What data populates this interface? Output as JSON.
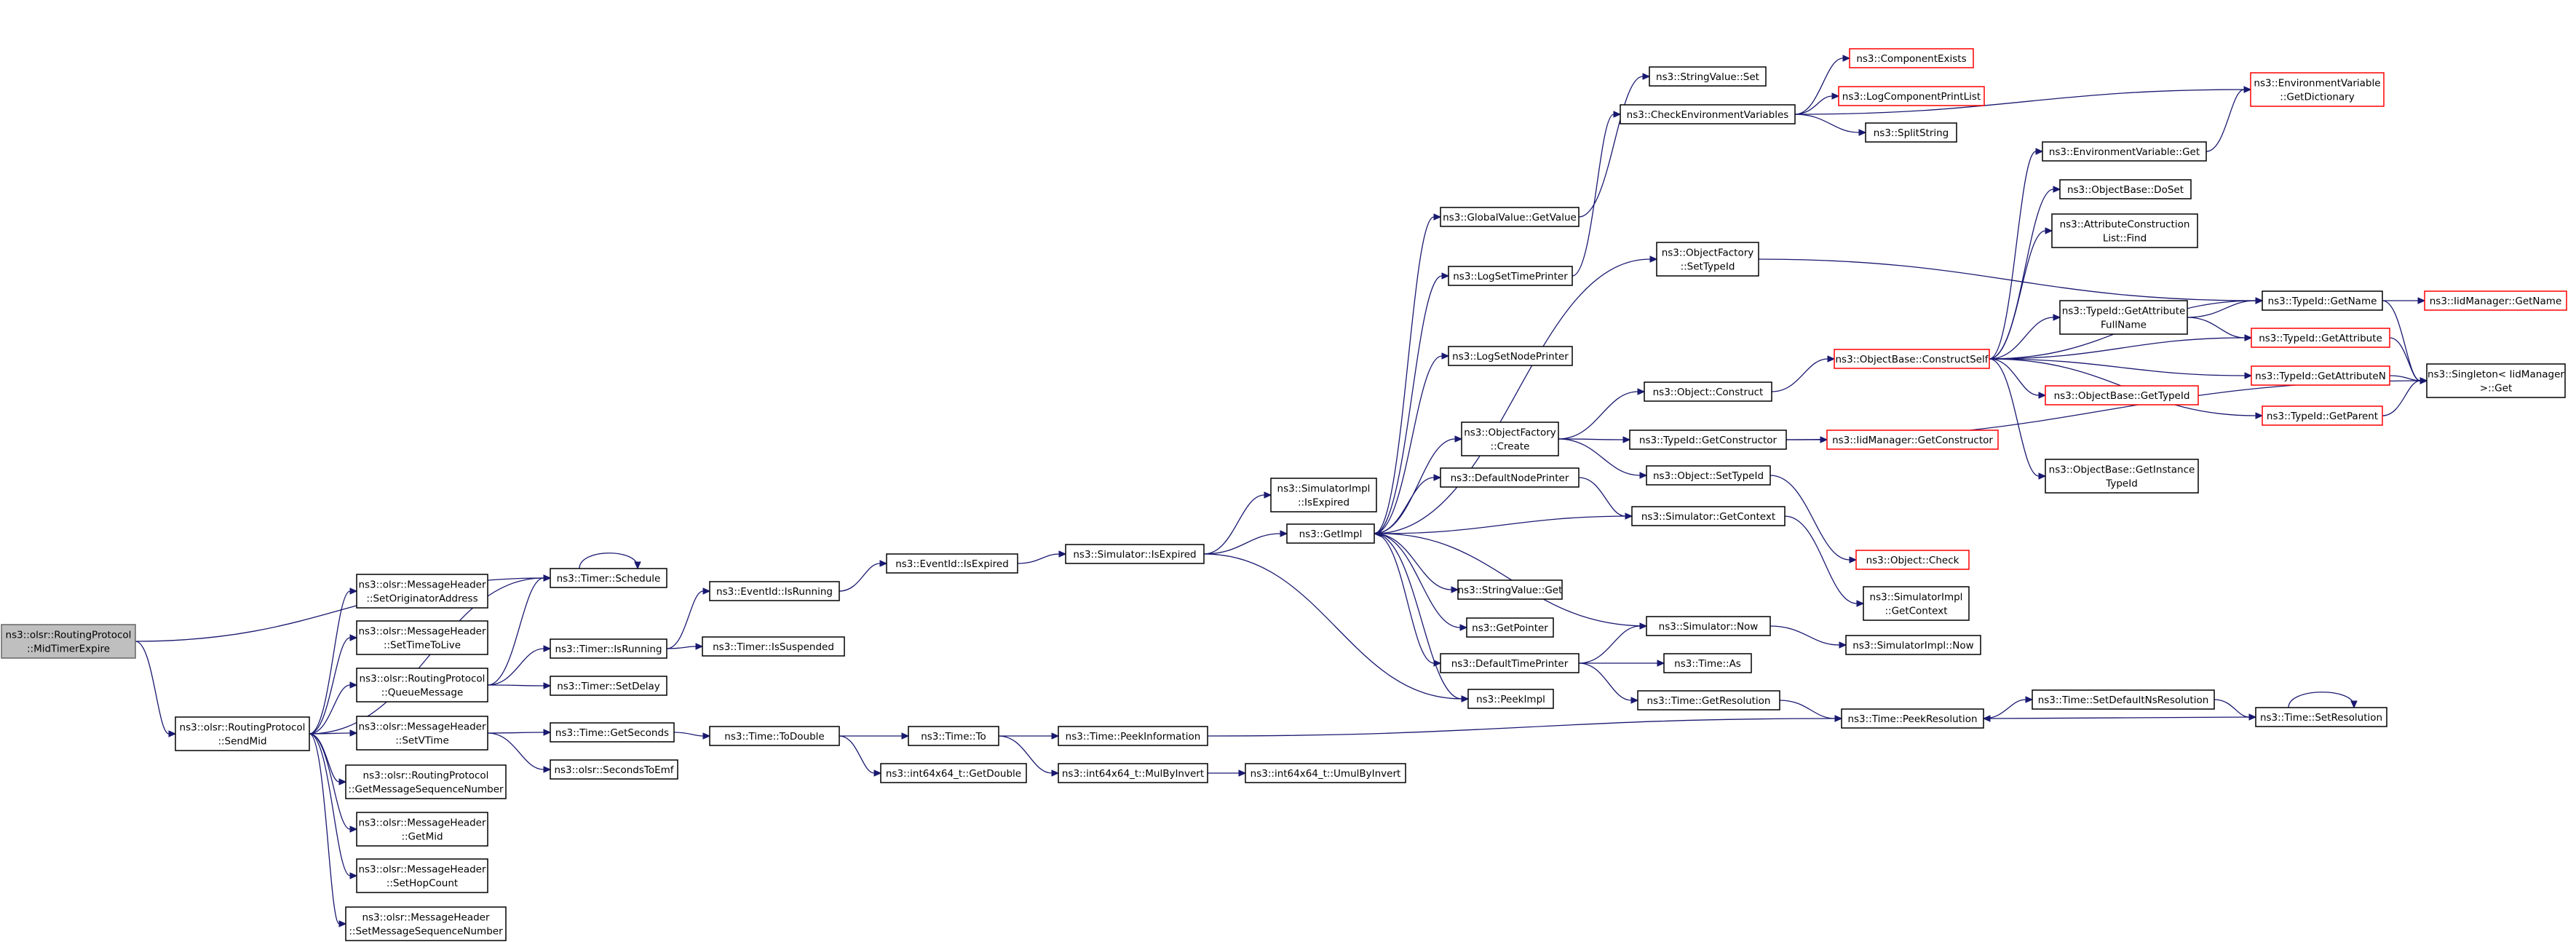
{
  "colors": {
    "edge": "#191970",
    "node_border": "#000000",
    "node_border_incomplete": "#ff0000",
    "node_fill": "#ffffff",
    "root_fill": "#bfbfbf",
    "root_border": "#666666"
  },
  "nodes": [
    {
      "id": "root",
      "lines": [
        "ns3::olsr::RoutingProtocol",
        "::MidTimerExpire"
      ],
      "kind": "root"
    },
    {
      "id": "sendmid",
      "lines": [
        "ns3::olsr::RoutingProtocol",
        "::SendMid"
      ],
      "kind": "normal"
    },
    {
      "id": "timer_schedule",
      "lines": [
        "ns3::Timer::Schedule"
      ],
      "kind": "normal"
    },
    {
      "id": "mh_setorig",
      "lines": [
        "ns3::olsr::MessageHeader",
        "::SetOriginatorAddress"
      ],
      "kind": "normal"
    },
    {
      "id": "mh_setttl",
      "lines": [
        "ns3::olsr::MessageHeader",
        "::SetTimeToLive"
      ],
      "kind": "normal"
    },
    {
      "id": "rp_queue",
      "lines": [
        "ns3::olsr::RoutingProtocol",
        "::QueueMessage"
      ],
      "kind": "normal"
    },
    {
      "id": "mh_setvtime",
      "lines": [
        "ns3::olsr::MessageHeader",
        "::SetVTime"
      ],
      "kind": "normal"
    },
    {
      "id": "rp_getseq",
      "lines": [
        "ns3::olsr::RoutingProtocol",
        "::GetMessageSequenceNumber"
      ],
      "kind": "normal"
    },
    {
      "id": "mh_getmid",
      "lines": [
        "ns3::olsr::MessageHeader",
        "::GetMid"
      ],
      "kind": "normal"
    },
    {
      "id": "mh_sethop",
      "lines": [
        "ns3::olsr::MessageHeader",
        "::SetHopCount"
      ],
      "kind": "normal"
    },
    {
      "id": "mh_setseq",
      "lines": [
        "ns3::olsr::MessageHeader",
        "::SetMessageSequenceNumber"
      ],
      "kind": "normal"
    },
    {
      "id": "eventid_isrunning",
      "lines": [
        "ns3::EventId::IsRunning"
      ],
      "kind": "normal"
    },
    {
      "id": "timer_isrunning",
      "lines": [
        "ns3::Timer::IsRunning"
      ],
      "kind": "normal"
    },
    {
      "id": "timer_issuspended",
      "lines": [
        "ns3::Timer::IsSuspended"
      ],
      "kind": "normal"
    },
    {
      "id": "timer_setdelay",
      "lines": [
        "ns3::Timer::SetDelay"
      ],
      "kind": "normal"
    },
    {
      "id": "time_getseconds",
      "lines": [
        "ns3::Time::GetSeconds"
      ],
      "kind": "normal"
    },
    {
      "id": "olsr_secondstoemf",
      "lines": [
        "ns3::olsr::SecondsToEmf"
      ],
      "kind": "normal"
    },
    {
      "id": "time_todouble",
      "lines": [
        "ns3::Time::ToDouble"
      ],
      "kind": "normal"
    },
    {
      "id": "eventid_isexpired",
      "lines": [
        "ns3::EventId::IsExpired"
      ],
      "kind": "normal"
    },
    {
      "id": "sim_isexpired",
      "lines": [
        "ns3::Simulator::IsExpired"
      ],
      "kind": "normal"
    },
    {
      "id": "time_to",
      "lines": [
        "ns3::Time::To"
      ],
      "kind": "normal"
    },
    {
      "id": "int64_getdouble",
      "lines": [
        "ns3::int64x64_t::GetDouble"
      ],
      "kind": "normal"
    },
    {
      "id": "time_peekinfo",
      "lines": [
        "ns3::Time::PeekInformation"
      ],
      "kind": "normal"
    },
    {
      "id": "int64_mulbyinvert",
      "lines": [
        "ns3::int64x64_t::MulByInvert"
      ],
      "kind": "normal"
    },
    {
      "id": "int64_umulbyinvert",
      "lines": [
        "ns3::int64x64_t::UmulByInvert"
      ],
      "kind": "normal"
    },
    {
      "id": "simimpl_isexpired",
      "lines": [
        "ns3::SimulatorImpl",
        "::IsExpired"
      ],
      "kind": "normal"
    },
    {
      "id": "getimpl",
      "lines": [
        "ns3::GetImpl"
      ],
      "kind": "normal"
    },
    {
      "id": "gv_getvalue",
      "lines": [
        "ns3::GlobalValue::GetValue"
      ],
      "kind": "normal"
    },
    {
      "id": "logsettimeprinter",
      "lines": [
        "ns3::LogSetTimePrinter"
      ],
      "kind": "normal"
    },
    {
      "id": "logsetnodeprinter",
      "lines": [
        "ns3::LogSetNodePrinter"
      ],
      "kind": "normal"
    },
    {
      "id": "of_create",
      "lines": [
        "ns3::ObjectFactory",
        "::Create"
      ],
      "kind": "normal"
    },
    {
      "id": "defaultnodeprinter",
      "lines": [
        "ns3::DefaultNodePrinter"
      ],
      "kind": "normal"
    },
    {
      "id": "stringvalue_get",
      "lines": [
        "ns3::StringValue::Get"
      ],
      "kind": "normal"
    },
    {
      "id": "getpointer",
      "lines": [
        "ns3::GetPointer"
      ],
      "kind": "normal"
    },
    {
      "id": "defaulttimeprinter",
      "lines": [
        "ns3::DefaultTimePrinter"
      ],
      "kind": "normal"
    },
    {
      "id": "peekimpl",
      "lines": [
        "ns3::PeekImpl"
      ],
      "kind": "normal"
    },
    {
      "id": "stringvalue_set",
      "lines": [
        "ns3::StringValue::Set"
      ],
      "kind": "normal"
    },
    {
      "id": "checkenv",
      "lines": [
        "ns3::CheckEnvironmentVariables"
      ],
      "kind": "normal"
    },
    {
      "id": "of_settypeid",
      "lines": [
        "ns3::ObjectFactory",
        "::SetTypeId"
      ],
      "kind": "normal"
    },
    {
      "id": "object_construct",
      "lines": [
        "ns3::Object::Construct"
      ],
      "kind": "normal"
    },
    {
      "id": "typeid_getconstructor",
      "lines": [
        "ns3::TypeId::GetConstructor"
      ],
      "kind": "normal"
    },
    {
      "id": "object_settypeid",
      "lines": [
        "ns3::Object::SetTypeId"
      ],
      "kind": "normal"
    },
    {
      "id": "sim_getcontext",
      "lines": [
        "ns3::Simulator::GetContext"
      ],
      "kind": "normal"
    },
    {
      "id": "sim_now",
      "lines": [
        "ns3::Simulator::Now"
      ],
      "kind": "normal"
    },
    {
      "id": "time_as",
      "lines": [
        "ns3::Time::As"
      ],
      "kind": "normal"
    },
    {
      "id": "time_getresolution",
      "lines": [
        "ns3::Time::GetResolution"
      ],
      "kind": "normal"
    },
    {
      "id": "componentexists",
      "lines": [
        "ns3::ComponentExists"
      ],
      "kind": "incomplete"
    },
    {
      "id": "logcomponentprintlist",
      "lines": [
        "ns3::LogComponentPrintList"
      ],
      "kind": "incomplete"
    },
    {
      "id": "splitstring",
      "lines": [
        "ns3::SplitString"
      ],
      "kind": "normal"
    },
    {
      "id": "ob_constructself",
      "lines": [
        "ns3::ObjectBase::ConstructSelf"
      ],
      "kind": "incomplete"
    },
    {
      "id": "iidmgr_getconstructor",
      "lines": [
        "ns3::IidManager::GetConstructor"
      ],
      "kind": "incomplete"
    },
    {
      "id": "object_check",
      "lines": [
        "ns3::Object::Check"
      ],
      "kind": "incomplete"
    },
    {
      "id": "simimpl_getcontext",
      "lines": [
        "ns3::SimulatorImpl",
        "::GetContext"
      ],
      "kind": "normal"
    },
    {
      "id": "simimpl_now",
      "lines": [
        "ns3::SimulatorImpl::Now"
      ],
      "kind": "normal"
    },
    {
      "id": "time_peekresolution",
      "lines": [
        "ns3::Time::PeekResolution"
      ],
      "kind": "normal"
    },
    {
      "id": "envvar_getdict",
      "lines": [
        "ns3::EnvironmentVariable",
        "::GetDictionary"
      ],
      "kind": "incomplete"
    },
    {
      "id": "envvar_get",
      "lines": [
        "ns3::EnvironmentVariable::Get"
      ],
      "kind": "normal"
    },
    {
      "id": "ob_doset",
      "lines": [
        "ns3::ObjectBase::DoSet"
      ],
      "kind": "normal"
    },
    {
      "id": "attrconstr_find",
      "lines": [
        "ns3::AttributeConstruction",
        "List::Find"
      ],
      "kind": "normal"
    },
    {
      "id": "typeid_getattrfullname",
      "lines": [
        "ns3::TypeId::GetAttribute",
        "FullName"
      ],
      "kind": "normal"
    },
    {
      "id": "ob_gettypeid",
      "lines": [
        "ns3::ObjectBase::GetTypeId"
      ],
      "kind": "incomplete"
    },
    {
      "id": "ob_getinstancetypeid",
      "lines": [
        "ns3::ObjectBase::GetInstance",
        "TypeId"
      ],
      "kind": "normal"
    },
    {
      "id": "time_setdefaultns",
      "lines": [
        "ns3::Time::SetDefaultNsResolution"
      ],
      "kind": "normal"
    },
    {
      "id": "time_setresolution",
      "lines": [
        "ns3::Time::SetResolution"
      ],
      "kind": "normal"
    },
    {
      "id": "typeid_getname",
      "lines": [
        "ns3::TypeId::GetName"
      ],
      "kind": "normal"
    },
    {
      "id": "typeid_getattribute",
      "lines": [
        "ns3::TypeId::GetAttribute"
      ],
      "kind": "incomplete"
    },
    {
      "id": "typeid_getattributen",
      "lines": [
        "ns3::TypeId::GetAttributeN"
      ],
      "kind": "incomplete"
    },
    {
      "id": "typeid_getparent",
      "lines": [
        "ns3::TypeId::GetParent"
      ],
      "kind": "incomplete"
    },
    {
      "id": "iidmgr_getname",
      "lines": [
        "ns3::IidManager::GetName"
      ],
      "kind": "incomplete"
    },
    {
      "id": "singleton_get",
      "lines": [
        "ns3::Singleton< IidManager",
        " >::Get"
      ],
      "kind": "normal"
    }
  ],
  "edges": [
    [
      "root",
      "sendmid"
    ],
    [
      "root",
      "timer_schedule"
    ],
    [
      "sendmid",
      "timer_schedule"
    ],
    [
      "sendmid",
      "mh_setorig"
    ],
    [
      "sendmid",
      "mh_setttl"
    ],
    [
      "sendmid",
      "rp_queue"
    ],
    [
      "sendmid",
      "mh_setvtime"
    ],
    [
      "sendmid",
      "rp_getseq"
    ],
    [
      "sendmid",
      "mh_getmid"
    ],
    [
      "sendmid",
      "mh_sethop"
    ],
    [
      "sendmid",
      "mh_setseq"
    ],
    [
      "timer_schedule",
      "timer_schedule"
    ],
    [
      "rp_queue",
      "timer_schedule"
    ],
    [
      "rp_queue",
      "timer_isrunning"
    ],
    [
      "rp_queue",
      "timer_setdelay"
    ],
    [
      "timer_isrunning",
      "eventid_isrunning"
    ],
    [
      "timer_isrunning",
      "timer_issuspended"
    ],
    [
      "eventid_isrunning",
      "eventid_isexpired"
    ],
    [
      "eventid_isexpired",
      "sim_isexpired"
    ],
    [
      "mh_setvtime",
      "time_getseconds"
    ],
    [
      "mh_setvtime",
      "olsr_secondstoemf"
    ],
    [
      "time_getseconds",
      "time_todouble"
    ],
    [
      "time_todouble",
      "time_to"
    ],
    [
      "time_todouble",
      "int64_getdouble"
    ],
    [
      "time_to",
      "time_peekinfo"
    ],
    [
      "time_to",
      "int64_mulbyinvert"
    ],
    [
      "time_peekinfo",
      "time_peekresolution"
    ],
    [
      "int64_mulbyinvert",
      "int64_umulbyinvert"
    ],
    [
      "sim_isexpired",
      "simimpl_isexpired"
    ],
    [
      "sim_isexpired",
      "getimpl"
    ],
    [
      "sim_isexpired",
      "peekimpl"
    ],
    [
      "getimpl",
      "gv_getvalue"
    ],
    [
      "getimpl",
      "logsettimeprinter"
    ],
    [
      "getimpl",
      "logsetnodeprinter"
    ],
    [
      "getimpl",
      "of_settypeid"
    ],
    [
      "getimpl",
      "of_create"
    ],
    [
      "getimpl",
      "defaultnodeprinter"
    ],
    [
      "getimpl",
      "stringvalue_get"
    ],
    [
      "getimpl",
      "getpointer"
    ],
    [
      "getimpl",
      "defaulttimeprinter"
    ],
    [
      "getimpl",
      "peekimpl"
    ],
    [
      "gv_getvalue",
      "stringvalue_set"
    ],
    [
      "logsettimeprinter",
      "checkenv"
    ],
    [
      "checkenv",
      "envvar_getdict"
    ],
    [
      "checkenv",
      "componentexists"
    ],
    [
      "checkenv",
      "logcomponentprintlist"
    ],
    [
      "checkenv",
      "splitstring"
    ],
    [
      "of_settypeid",
      "typeid_getname"
    ],
    [
      "of_create",
      "object_construct"
    ],
    [
      "of_create",
      "typeid_getconstructor"
    ],
    [
      "of_create",
      "object_settypeid"
    ],
    [
      "object_construct",
      "ob_constructself"
    ],
    [
      "typeid_getconstructor",
      "iidmgr_getconstructor"
    ],
    [
      "typeid_getconstructor",
      "singleton_get"
    ],
    [
      "object_settypeid",
      "object_check"
    ],
    [
      "defaultnodeprinter",
      "sim_getcontext"
    ],
    [
      "sim_getcontext",
      "getimpl"
    ],
    [
      "sim_getcontext",
      "simimpl_getcontext"
    ],
    [
      "defaulttimeprinter",
      "sim_now"
    ],
    [
      "defaulttimeprinter",
      "time_as"
    ],
    [
      "defaulttimeprinter",
      "time_getresolution"
    ],
    [
      "sim_now",
      "getimpl"
    ],
    [
      "sim_now",
      "simimpl_now"
    ],
    [
      "time_getresolution",
      "time_peekresolution"
    ],
    [
      "time_peekresolution",
      "time_setdefaultns"
    ],
    [
      "time_setdefaultns",
      "time_setresolution"
    ],
    [
      "time_setresolution",
      "time_peekresolution"
    ],
    [
      "time_setresolution",
      "time_setresolution"
    ],
    [
      "ob_constructself",
      "envvar_get"
    ],
    [
      "ob_constructself",
      "ob_doset"
    ],
    [
      "ob_constructself",
      "attrconstr_find"
    ],
    [
      "ob_constructself",
      "typeid_getattrfullname"
    ],
    [
      "ob_constructself",
      "typeid_getname"
    ],
    [
      "ob_constructself",
      "typeid_getattribute"
    ],
    [
      "ob_constructself",
      "typeid_getattributen"
    ],
    [
      "ob_constructself",
      "ob_gettypeid"
    ],
    [
      "ob_constructself",
      "typeid_getparent"
    ],
    [
      "ob_constructself",
      "ob_getinstancetypeid"
    ],
    [
      "envvar_get",
      "envvar_getdict"
    ],
    [
      "typeid_getattrfullname",
      "typeid_getname"
    ],
    [
      "typeid_getattrfullname",
      "typeid_getattribute"
    ],
    [
      "typeid_getname",
      "iidmgr_getname"
    ],
    [
      "typeid_getname",
      "singleton_get"
    ],
    [
      "typeid_getattribute",
      "singleton_get"
    ],
    [
      "typeid_getattributen",
      "singleton_get"
    ],
    [
      "typeid_getparent",
      "singleton_get"
    ]
  ]
}
